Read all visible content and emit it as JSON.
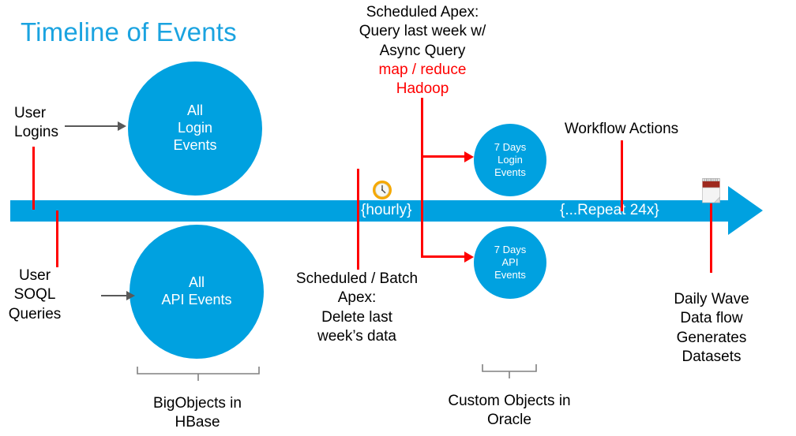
{
  "page": {
    "title": "Timeline of Events",
    "title_color": "#1aa3e0",
    "accent_blue": "#00a1e0",
    "accent_red": "#ff0000",
    "background": "#ffffff"
  },
  "timeline": {
    "bar_color": "#00a1e0",
    "labels": {
      "hourly": "{hourly}",
      "repeat": "{...Repeat 24x}"
    },
    "icons": {
      "clock": "clock-icon",
      "notepad": "notepad-icon"
    }
  },
  "circles": [
    {
      "id": "all-login",
      "label": "All\nLogin\nEvents",
      "text": "All Login Events"
    },
    {
      "id": "all-api",
      "label": "All\nAPI Events",
      "text": "All API Events"
    },
    {
      "id": "7d-login",
      "label": "7 Days\nLogin\nEvents",
      "text": "7 Days Login Events"
    },
    {
      "id": "7d-api",
      "label": "7 Days\nAPI\nEvents",
      "text": "7 Days API Events"
    }
  ],
  "circle_labels": {
    "all_login": "All\nLogin\nEvents",
    "all_api": "All\nAPI Events",
    "seven_day_login": "7 Days\nLogin\nEvents",
    "seven_day_api": "7 Days\nAPI\nEvents"
  },
  "annotations": {
    "user_logins": "User\nLogins",
    "user_soql": "User\nSOQL\nQueries",
    "scheduled_apex_black": "Scheduled Apex:\nQuery last week w/\nAsync Query",
    "scheduled_apex_red": "map / reduce\nHadoop",
    "scheduled_batch": "Scheduled / Batch\nApex:\nDelete last\nweek’s data",
    "workflow_actions": "Workflow Actions",
    "daily_wave": "Daily Wave Data flow\nGenerates Datasets"
  },
  "groupings": {
    "bigobjects": "BigObjects in\nHBase",
    "customobjects": "Custom Objects in\nOracle"
  }
}
